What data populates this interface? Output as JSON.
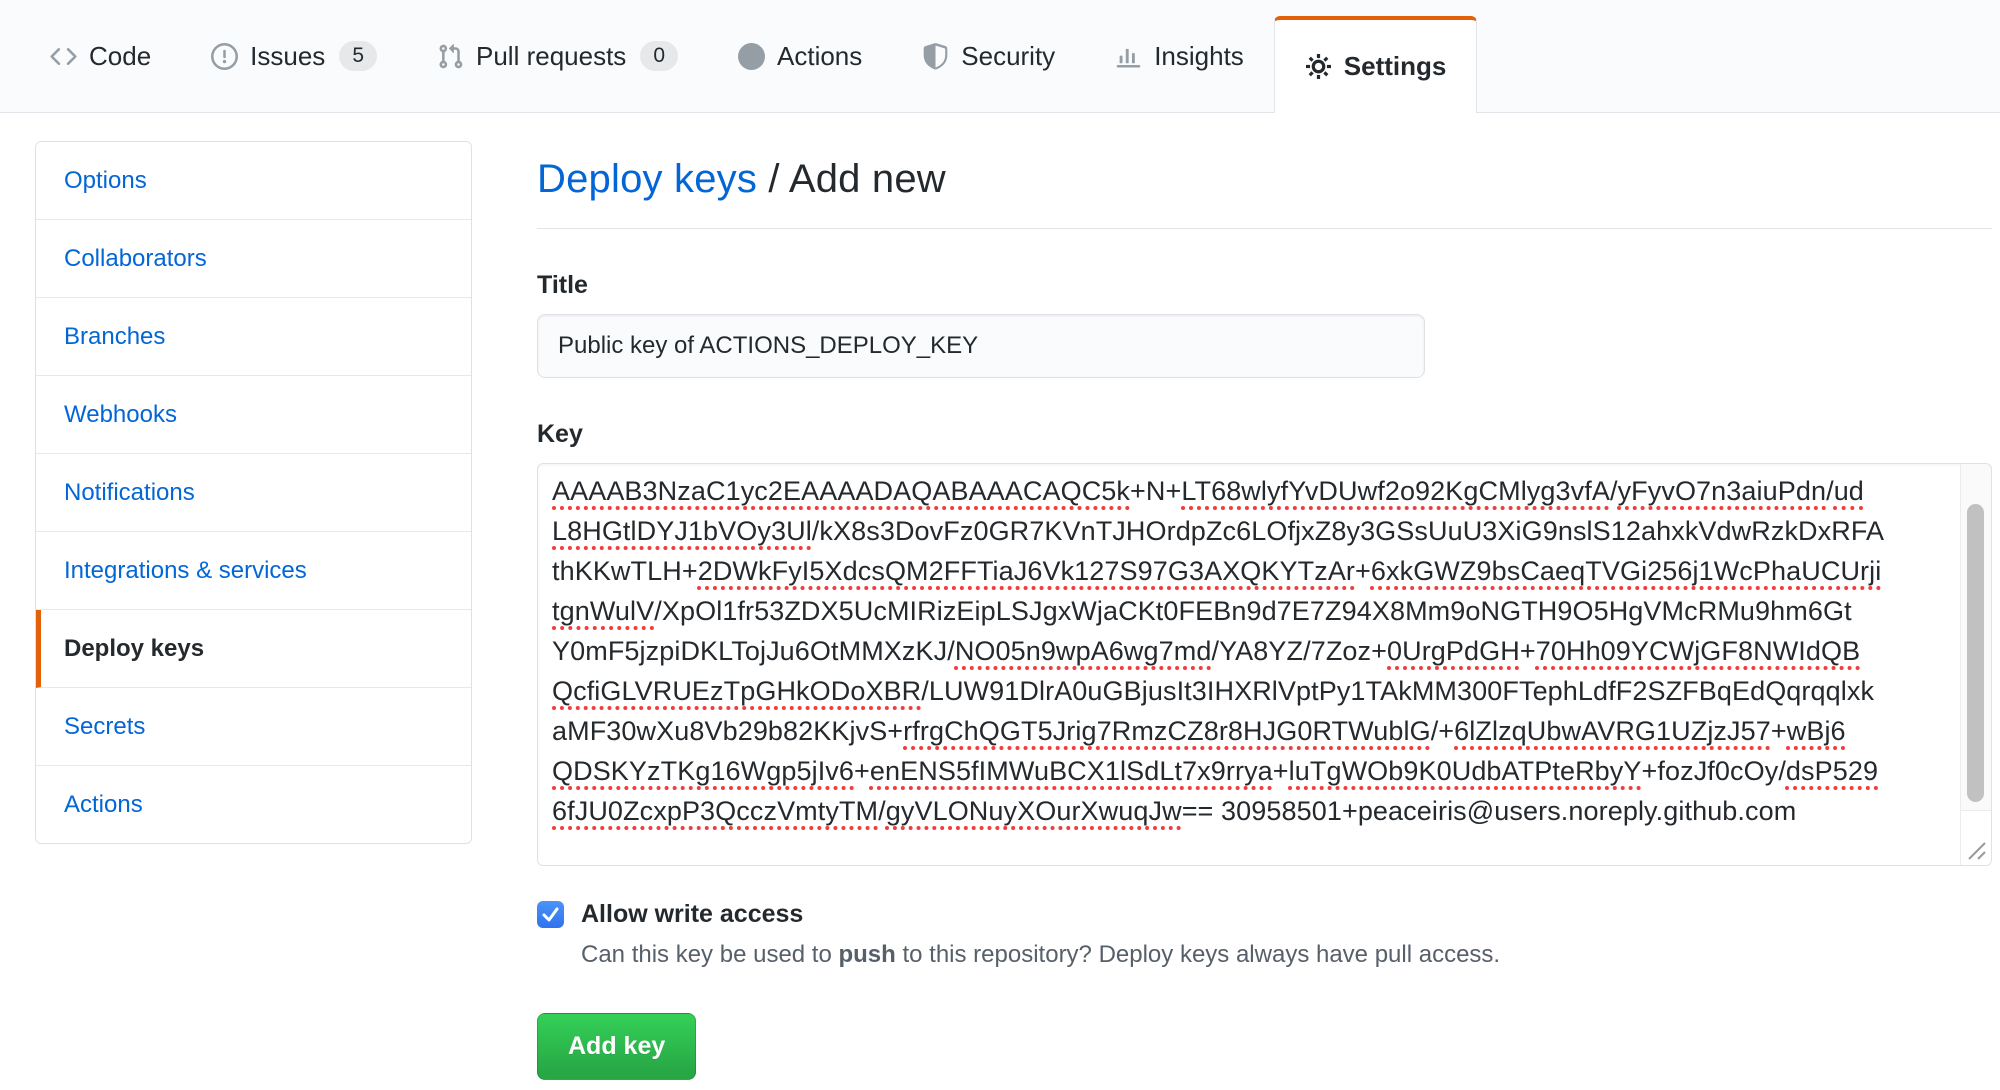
{
  "nav": {
    "tabs": [
      {
        "label": "Code",
        "icon": "code-icon"
      },
      {
        "label": "Issues",
        "icon": "issue-opened-icon",
        "count": "5"
      },
      {
        "label": "Pull requests",
        "icon": "git-pull-request-icon",
        "count": "0"
      },
      {
        "label": "Actions",
        "icon": "play-icon"
      },
      {
        "label": "Security",
        "icon": "shield-icon"
      },
      {
        "label": "Insights",
        "icon": "bar-chart-icon"
      },
      {
        "label": "Settings",
        "icon": "gear-icon",
        "active": true
      }
    ]
  },
  "sidebar": {
    "items": [
      {
        "label": "Options"
      },
      {
        "label": "Collaborators"
      },
      {
        "label": "Branches"
      },
      {
        "label": "Webhooks"
      },
      {
        "label": "Notifications"
      },
      {
        "label": "Integrations & services"
      },
      {
        "label": "Deploy keys",
        "active": true
      },
      {
        "label": "Secrets"
      },
      {
        "label": "Actions"
      }
    ]
  },
  "main": {
    "breadcrumb": {
      "link": "Deploy keys",
      "separator": " / ",
      "current": "Add new"
    },
    "form": {
      "title_label": "Title",
      "title_value": "Public key of ACTIONS_DEPLOY_KEY",
      "key_label": "Key",
      "key_lines": [
        [
          {
            "t": "AAAAB3NzaC1yc2EAAAADAQABAAACAQC5k",
            "u": true
          },
          {
            "t": "+N+"
          },
          {
            "t": "LT68wlyfYvDUwf2o92KgCMlyg3vfA",
            "u": true
          },
          {
            "t": "/"
          },
          {
            "t": "yFyvO7n3aiuPdn",
            "u": true
          },
          {
            "t": "/"
          },
          {
            "t": "ud",
            "u": true
          }
        ],
        [
          {
            "t": "L8HGtlDYJ1bVOy3Ul",
            "u": true
          },
          {
            "t": "/kX8s3DovFz0GR7KVnTJHOrdpZc6LOfjxZ8y3GSsUuU3XiG9nslS12ahxkVdwRzkDxRFA"
          }
        ],
        [
          {
            "t": "thKKwTLH+"
          },
          {
            "t": "2DWkFyI5XdcsQM2FFTiaJ6Vk127S97G3AXQKYTzAr",
            "u": true
          },
          {
            "t": "+"
          },
          {
            "t": "6xkGWZ9bsCaeqTVGi256j1WcPhaUCUrji",
            "u": true
          }
        ],
        [
          {
            "t": "tgnWulV",
            "u": true
          },
          {
            "t": "/XpOl1fr53ZDX5UcMIRizEipLSJgxWjaCKt0FEBn9d7E7Z94X8Mm9oNGTH9O5HgVMcRMu9hm6Gt"
          }
        ],
        [
          {
            "t": "Y0mF5jzpiDKLTojJu6OtMMXzKJ/"
          },
          {
            "t": "NO05n9wpA6wg7md",
            "u": true
          },
          {
            "t": "/YA8YZ/7Zoz+"
          },
          {
            "t": "0UrgPdGH",
            "u": true
          },
          {
            "t": "+"
          },
          {
            "t": "70Hh09YCWjGF8NWIdQB",
            "u": true
          }
        ],
        [
          {
            "t": "QcfiGLVRUEzTpGHkODoXBR",
            "u": true
          },
          {
            "t": "/LUW91DlrA0uGBjusIt3IHXRlVptPy1TAkMM300FTephLdfF2SZFBqEdQqrqqlxk"
          }
        ],
        [
          {
            "t": "aMF30wXu8Vb29b82KKjvS+"
          },
          {
            "t": "rfrgChQGT5Jrig7RmzCZ8r8HJG0RTWublG",
            "u": true
          },
          {
            "t": "/+"
          },
          {
            "t": "6lZlzqUbwAVRG1UZjzJ57",
            "u": true
          },
          {
            "t": "+"
          },
          {
            "t": "wBj6",
            "u": true
          }
        ],
        [
          {
            "t": "QDSKYzTKg16Wgp5jIv6",
            "u": true
          },
          {
            "t": "+"
          },
          {
            "t": "enENS5fIMWuBCX1lSdLt7x9rrya",
            "u": true
          },
          {
            "t": "+"
          },
          {
            "t": "luTgWOb9K0UdbATPteRbyY",
            "u": true
          },
          {
            "t": "+fozJf0cOy/"
          },
          {
            "t": "dsP529",
            "u": true
          }
        ],
        [
          {
            "t": "6fJU0ZcxpP3QcczVmtyTM",
            "u": true
          },
          {
            "t": "/"
          },
          {
            "t": "gyVLONuyXOurXwuqJw",
            "u": true
          },
          {
            "t": "== 30958501+peaceiris@users.noreply.github.com"
          }
        ]
      ],
      "write_access": {
        "label": "Allow write access",
        "checked": true,
        "help_prefix": "Can this key be used to ",
        "help_bold": "push",
        "help_suffix": " to this repository? Deploy keys always have pull access."
      },
      "submit_label": "Add key"
    }
  },
  "colors": {
    "accent_orange": "#e36209",
    "link_blue": "#0366d6",
    "button_green": "#28a745",
    "checkbox_blue": "#3b7cf0",
    "spellcheck_red": "#f03e3e",
    "nav_background": "#fafbfc",
    "border_gray": "#e1e4e8"
  }
}
